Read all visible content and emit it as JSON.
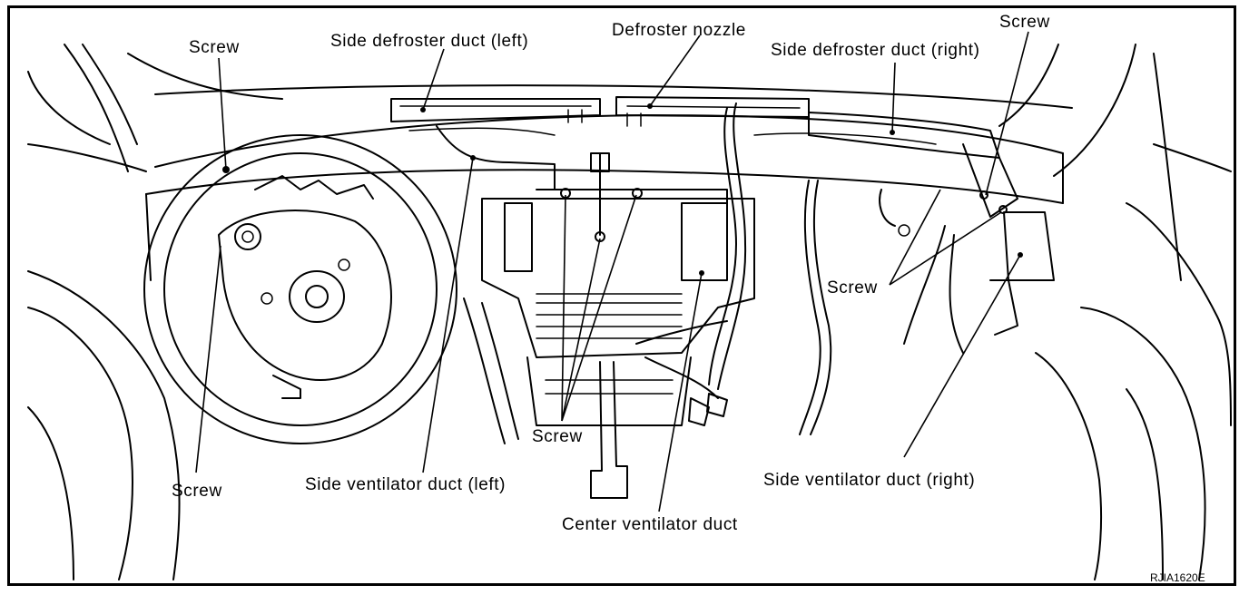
{
  "labels": {
    "screw_top_left": "Screw",
    "side_defroster_left": "Side defroster duct (left)",
    "defroster_nozzle": "Defroster nozzle",
    "side_defroster_right": "Side defroster duct (right)",
    "screw_top_right": "Screw",
    "screw_right": "Screw",
    "screw_center": "Screw",
    "screw_bottom_left": "Screw",
    "side_ventilator_left": "Side ventilator duct (left)",
    "center_ventilator": "Center ventilator duct",
    "side_ventilator_right": "Side ventilator duct (right)"
  },
  "figure_code": "RJIA1620E"
}
